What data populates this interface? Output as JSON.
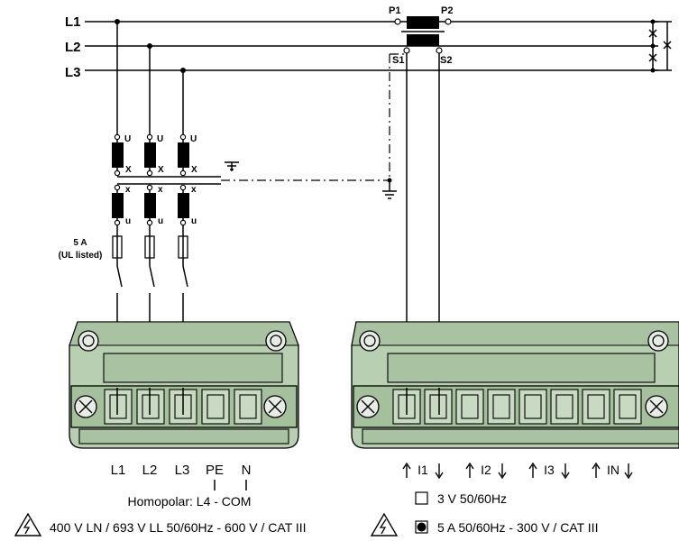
{
  "lines": {
    "l1": "L1",
    "l2": "L2",
    "l3": "L3"
  },
  "transformer": {
    "p1": "P1",
    "p2": "P2",
    "s1": "S1",
    "s2": "S2"
  },
  "vt": {
    "upper": "U",
    "x_upper": "X",
    "x_lower": "x",
    "lower": "u"
  },
  "fuse_note": {
    "line1": "5 A",
    "line2": "(UL listed)"
  },
  "left_terminals": [
    "L1",
    "L2",
    "L3",
    "PE",
    "N"
  ],
  "homopolar": "Homopolar: L4 - COM",
  "current_inputs": [
    "I1",
    "I2",
    "I3",
    "IN"
  ],
  "legend": {
    "option_3v": "3 V 50/60Hz",
    "option_5a": "5 A 50/60Hz - 300 V / CAT III",
    "voltage_rating": "400 V LN / 693 V LL  50/60Hz - 600 V / CAT III"
  }
}
